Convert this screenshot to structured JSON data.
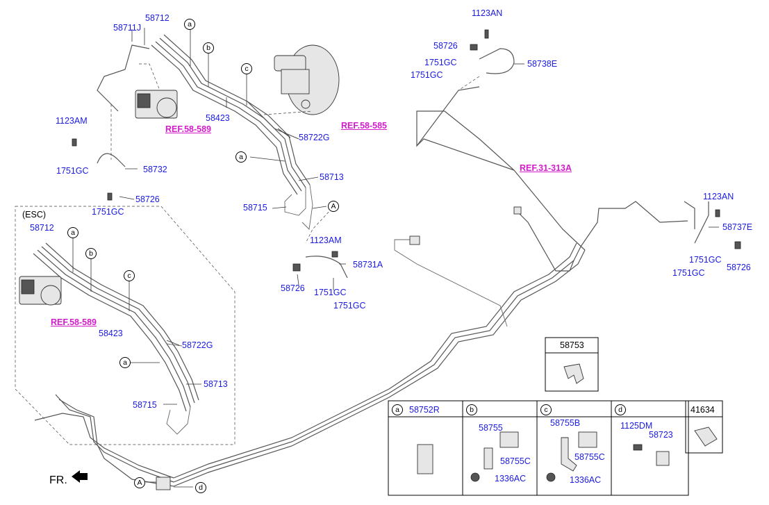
{
  "labels": {
    "p58711J": "58711J",
    "p58712_top": "58712",
    "p1123AM_left": "1123AM",
    "p1751GC_l1": "1751GC",
    "p58732": "58732",
    "p58726_l": "58726",
    "p1751GC_l2": "1751GC",
    "p58423_top": "58423",
    "p58722G_top": "58722G",
    "p58713_top": "58713",
    "p58715_top": "58715",
    "p1123AM_mid": "1123AM",
    "p58731A": "58731A",
    "p58726_mid": "58726",
    "p1751GC_m1": "1751GC",
    "p1751GC_m2": "1751GC",
    "p1123AN_top": "1123AN",
    "p58726_tr": "58726",
    "p1751GC_tr1": "1751GC",
    "p58738E": "58738E",
    "p1751GC_tr2": "1751GC",
    "p1123AN_right": "1123AN",
    "p58737E": "58737E",
    "p1751GC_r1": "1751GC",
    "p1751GC_r2": "1751GC",
    "p58726_r": "58726",
    "p58712_esc": "58712",
    "p58423_esc": "58423",
    "p58722G_esc": "58722G",
    "p58713_esc": "58713",
    "p58715_esc": "58715"
  },
  "refs": {
    "ref58589_top": "REF.58-589",
    "ref58585": "REF.58-585",
    "ref31313A": "REF.31-313A",
    "ref58589_esc": "REF.58-589"
  },
  "callouts": {
    "a": "a",
    "b": "b",
    "c": "c",
    "d": "d",
    "A": "A"
  },
  "esc_title": "(ESC)",
  "fr_label": "FR.",
  "box_58753": {
    "header": "58753"
  },
  "legend": {
    "cols": [
      {
        "letter": "a",
        "code": "58752R"
      },
      {
        "letter": "b",
        "code": ""
      },
      {
        "letter": "c",
        "code": ""
      },
      {
        "letter": "d",
        "code": ""
      },
      {
        "letter": "",
        "code": "41634"
      }
    ],
    "b_parts": {
      "p1": "58755",
      "p2": "58755C",
      "p3": "1336AC"
    },
    "c_parts": {
      "p1": "58755B",
      "p2": "58755C",
      "p3": "1336AC"
    },
    "d_parts": {
      "p1": "1125DM",
      "p2": "58723"
    }
  }
}
